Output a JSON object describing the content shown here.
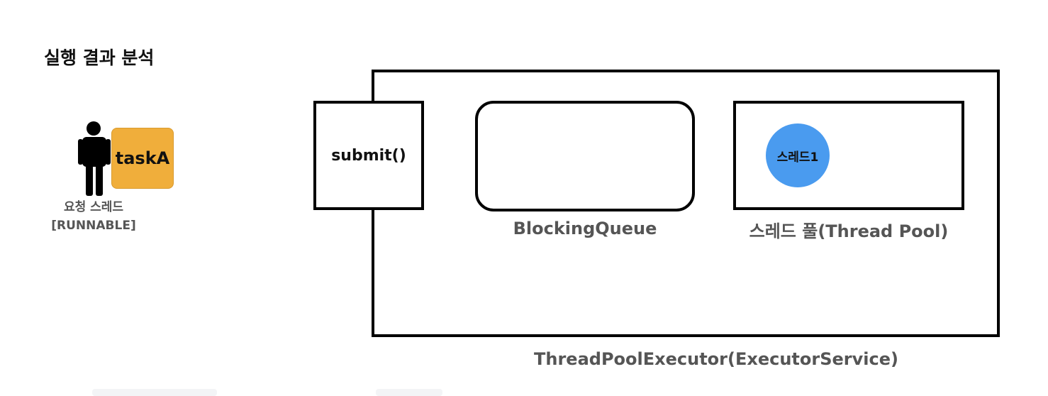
{
  "title": "실행 결과 분석",
  "request_thread": {
    "task_label": "taskA",
    "caption_line1": "요청 스레드",
    "caption_line2": "[RUNNABLE]",
    "task_color": "#f0ae3b"
  },
  "executor": {
    "submit_label": "submit()",
    "queue_label": "BlockingQueue",
    "thread_label": "스레드1",
    "pool_label": "스레드 풀(Thread Pool)",
    "executor_label": "ThreadPoolExecutor(ExecutorService)",
    "thread_color": "#4a9bef"
  }
}
